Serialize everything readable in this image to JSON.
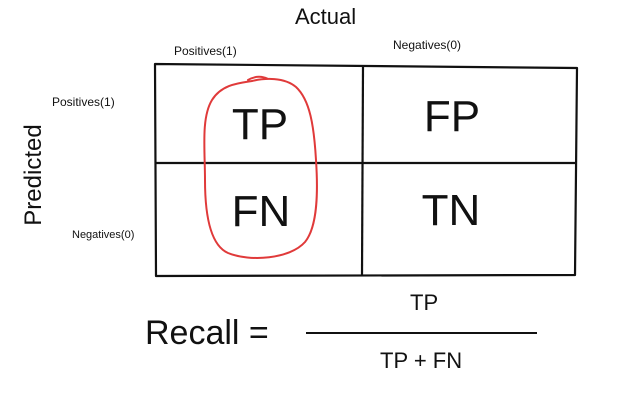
{
  "header": {
    "actual": "Actual",
    "predicted": "Predicted"
  },
  "columns": {
    "positives": "Positives(1)",
    "negatives": "Negatives(0)"
  },
  "rows": {
    "positives": "Positives(1)",
    "negatives": "Negatives(0)"
  },
  "cells": {
    "tp": "TP",
    "fp": "FP",
    "fn": "FN",
    "tn": "TN"
  },
  "formula": {
    "label": "Recall =",
    "numerator": "TP",
    "denominator": "TP + FN"
  },
  "colors": {
    "ink": "#111111",
    "highlight": "#e03a3a"
  },
  "highlighted_cells": [
    "TP",
    "FN"
  ]
}
